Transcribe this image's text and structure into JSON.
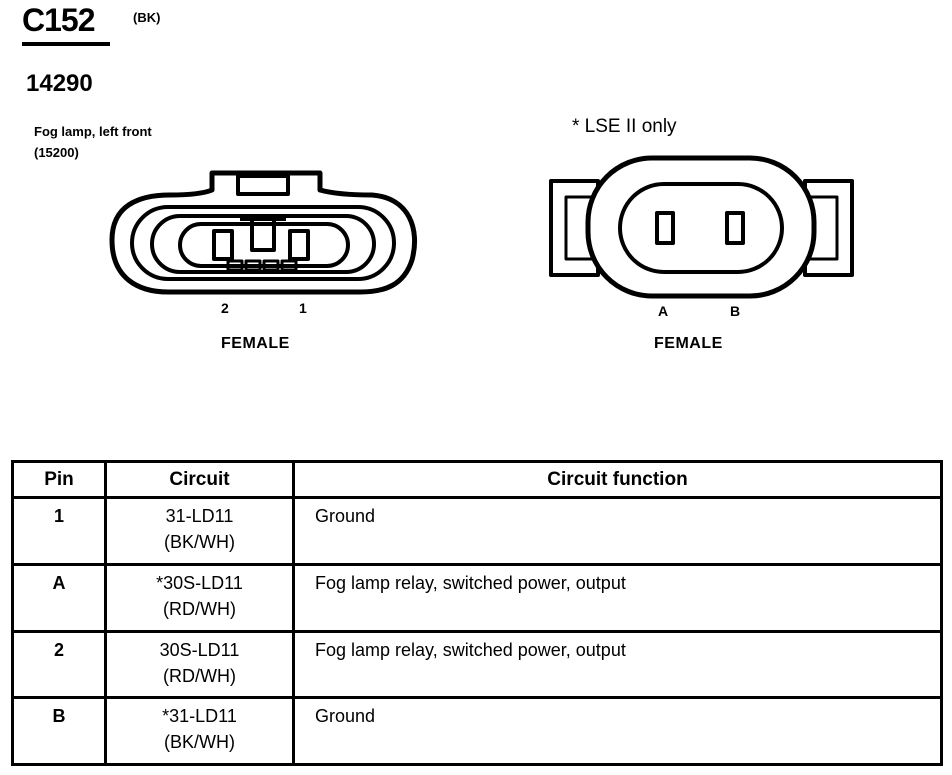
{
  "header": {
    "connector_id": "C152",
    "color_code": "(BK)",
    "part_number": "14290",
    "component_name": "Fog lamp, left front",
    "component_code": "(15200)",
    "note": "* LSE II only"
  },
  "left_connector": {
    "pin_labels": [
      "2",
      "1"
    ],
    "gender": "FEMALE"
  },
  "right_connector": {
    "pin_labels": [
      "A",
      "B"
    ],
    "gender": "FEMALE"
  },
  "table": {
    "headers": [
      "Pin",
      "Circuit",
      "Circuit function"
    ],
    "rows": [
      {
        "pin": "1",
        "circuit": "31-LD11",
        "color": "(BK/WH)",
        "function": "Ground"
      },
      {
        "pin": "A",
        "circuit": "*30S-LD11",
        "color": "(RD/WH)",
        "function": "Fog lamp relay, switched power, output"
      },
      {
        "pin": "2",
        "circuit": "30S-LD11",
        "color": "(RD/WH)",
        "function": "Fog lamp relay, switched power, output"
      },
      {
        "pin": "B",
        "circuit": "*31-LD11",
        "color": "(BK/WH)",
        "function": "Ground"
      }
    ]
  }
}
